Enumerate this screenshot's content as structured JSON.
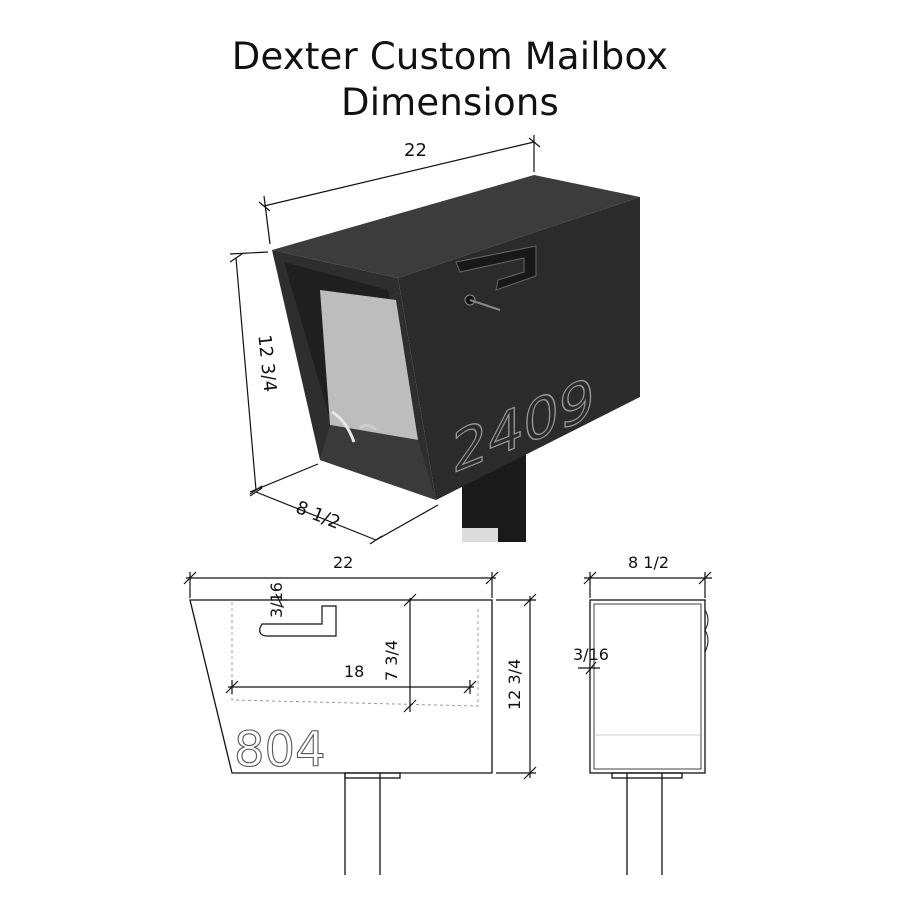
{
  "title": {
    "line1": "Dexter Custom Mailbox",
    "line2": "Dimensions"
  },
  "iso_view": {
    "width_label": "22",
    "height_label": "12 3/4",
    "depth_label": "8 1/2",
    "house_number": "2409"
  },
  "side_view": {
    "width_label": "22",
    "height_label": "12 3/4",
    "opening_label": "18",
    "slot_label": "7 3/4",
    "thickness_label": "3/16",
    "house_number": "804"
  },
  "front_view": {
    "width_label": "8 1/2",
    "thickness_label": "3/16"
  }
}
